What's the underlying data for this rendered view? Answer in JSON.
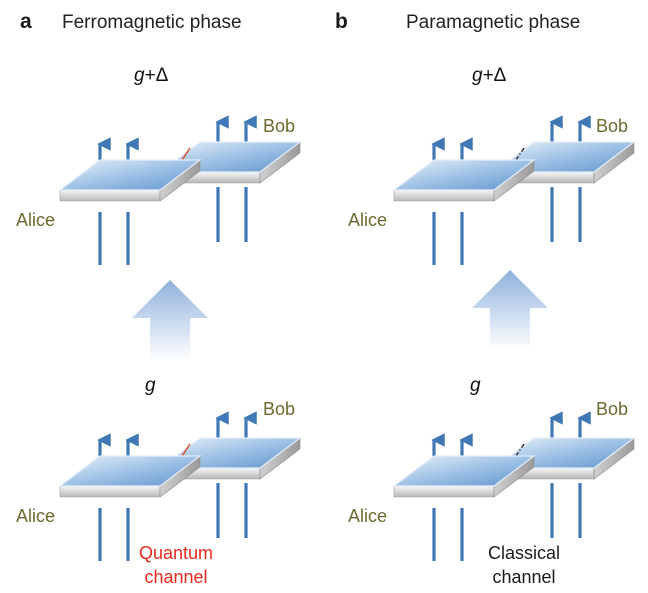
{
  "colors": {
    "party_label": "#6b6a2e",
    "quantum_label": "#e8291c",
    "classical_label": "#1a1a1a",
    "spin_arrow": "#3f78b4",
    "quantum_link": "#d9411f",
    "classical_link": "#222222",
    "big_arrow": "#9ab8df"
  },
  "panels": [
    {
      "letter": "a",
      "title": "Ferromagnetic phase",
      "link_type": "quantum",
      "top_param": {
        "base": "g",
        "suffix": "+Δ"
      },
      "bottom_param": "g",
      "top_party_left": "Alice",
      "top_party_right": "Bob",
      "bottom_party_left": "Alice",
      "bottom_party_right": "Bob",
      "caption_line1": "Quantum",
      "caption_line2": "channel"
    },
    {
      "letter": "b",
      "title": "Paramagnetic phase",
      "link_type": "classical",
      "top_param": {
        "base": "g",
        "suffix": "+Δ"
      },
      "bottom_param": "g",
      "top_party_left": "Alice",
      "top_party_right": "Bob",
      "bottom_party_left": "Alice",
      "bottom_party_right": "Bob",
      "caption_line1": "Classical",
      "caption_line2": "channel"
    }
  ]
}
